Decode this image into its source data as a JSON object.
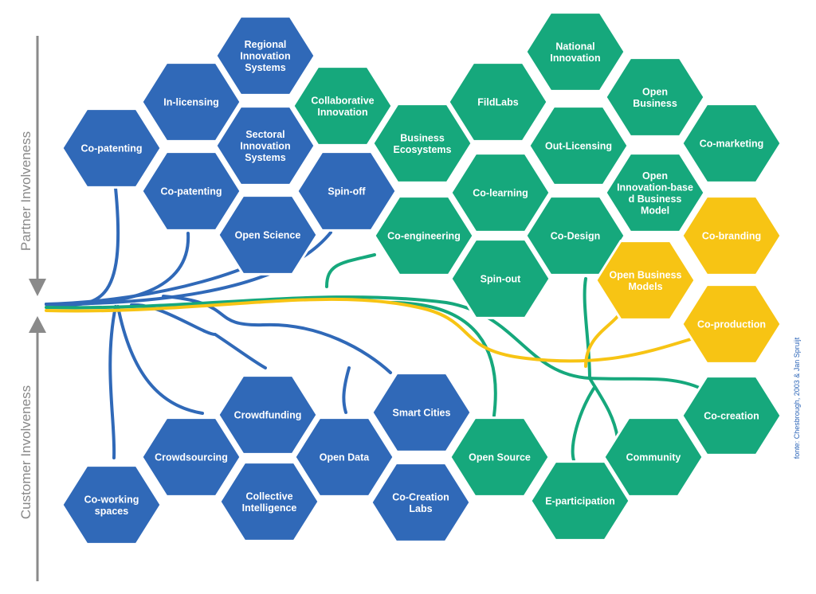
{
  "colors": {
    "blue": "#3069b8",
    "green": "#16a87c",
    "yellow": "#f7c414",
    "arrow": "#8a8a8a"
  },
  "axis": {
    "partner": "Partner Involveness",
    "customer": "Customer Involveness"
  },
  "credit": "fonte: Chesbrough, 2003 & Jan Spruijt",
  "hexagons": [
    {
      "id": "regional",
      "lines": [
        "Regional",
        "Innovation",
        "Systems"
      ],
      "color": "blue"
    },
    {
      "id": "in-licensing",
      "lines": [
        "In-licensing"
      ],
      "color": "blue"
    },
    {
      "id": "sectoral",
      "lines": [
        "Sectoral",
        "Innovation",
        "Systems"
      ],
      "color": "blue"
    },
    {
      "id": "co-patenting-1",
      "lines": [
        "Co-patenting"
      ],
      "color": "blue"
    },
    {
      "id": "co-patenting-2",
      "lines": [
        "Co-patenting"
      ],
      "color": "blue"
    },
    {
      "id": "spin-off",
      "lines": [
        "Spin-off"
      ],
      "color": "blue"
    },
    {
      "id": "open-science",
      "lines": [
        "Open Science"
      ],
      "color": "blue"
    },
    {
      "id": "collaborative",
      "lines": [
        "Collaborative",
        "Innovation"
      ],
      "color": "green"
    },
    {
      "id": "business-ecosystems",
      "lines": [
        "Business",
        "Ecosystems"
      ],
      "color": "green"
    },
    {
      "id": "fildlabs",
      "lines": [
        "FildLabs"
      ],
      "color": "green"
    },
    {
      "id": "national",
      "lines": [
        "National",
        "Innovation"
      ],
      "color": "green"
    },
    {
      "id": "open-business",
      "lines": [
        "Open",
        "Business"
      ],
      "color": "green"
    },
    {
      "id": "out-licensing",
      "lines": [
        "Out-Licensing"
      ],
      "color": "green"
    },
    {
      "id": "co-marketing",
      "lines": [
        "Co-marketing"
      ],
      "color": "green"
    },
    {
      "id": "co-learning",
      "lines": [
        "Co-learning"
      ],
      "color": "green"
    },
    {
      "id": "oi-business-model",
      "lines": [
        "Open",
        "Innovation-base",
        "d Business",
        "Model"
      ],
      "color": "green"
    },
    {
      "id": "co-engineering",
      "lines": [
        "Co-engineering"
      ],
      "color": "green"
    },
    {
      "id": "co-design",
      "lines": [
        "Co-Design"
      ],
      "color": "green"
    },
    {
      "id": "spin-out",
      "lines": [
        "Spin-out"
      ],
      "color": "green"
    },
    {
      "id": "co-branding",
      "lines": [
        "Co-branding"
      ],
      "color": "yellow"
    },
    {
      "id": "open-business-models",
      "lines": [
        "Open Business",
        "Models"
      ],
      "color": "yellow"
    },
    {
      "id": "co-production",
      "lines": [
        "Co-production"
      ],
      "color": "yellow"
    },
    {
      "id": "crowdfunding",
      "lines": [
        "Crowdfunding"
      ],
      "color": "blue"
    },
    {
      "id": "smart-cities",
      "lines": [
        "Smart Cities"
      ],
      "color": "blue"
    },
    {
      "id": "crowdsourcing",
      "lines": [
        "Crowdsourcing"
      ],
      "color": "blue"
    },
    {
      "id": "open-data",
      "lines": [
        "Open Data"
      ],
      "color": "blue"
    },
    {
      "id": "co-working",
      "lines": [
        "Co-working",
        "spaces"
      ],
      "color": "blue"
    },
    {
      "id": "collective-intelligence",
      "lines": [
        "Collective",
        "Intelligence"
      ],
      "color": "blue"
    },
    {
      "id": "co-creation-labs",
      "lines": [
        "Co-Creation",
        "Labs"
      ],
      "color": "blue"
    },
    {
      "id": "open-source",
      "lines": [
        "Open Source"
      ],
      "color": "green"
    },
    {
      "id": "e-participation",
      "lines": [
        "E-participation"
      ],
      "color": "green"
    },
    {
      "id": "community",
      "lines": [
        "Community"
      ],
      "color": "green"
    },
    {
      "id": "co-creation",
      "lines": [
        "Co-creation"
      ],
      "color": "green"
    }
  ]
}
